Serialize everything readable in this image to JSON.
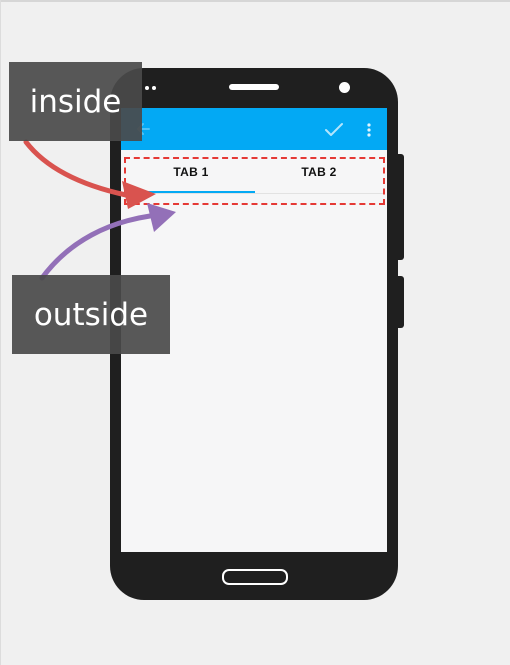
{
  "app_screen": {
    "tabs": [
      {
        "label": "TAB 1",
        "selected": true
      },
      {
        "label": "TAB 2",
        "selected": false
      }
    ],
    "toolbar": {
      "back_icon": "arrow-back-icon",
      "check_icon": "check-icon",
      "overflow_icon": "more-vert-icon"
    }
  },
  "annotations": {
    "inside_label": "inside",
    "outside_label": "outside"
  },
  "colors": {
    "appbar": "#03a9f4",
    "indicator": "#03a9f4",
    "highlight_dashed_border": "#e53935",
    "inside_arrow": "#d9534f",
    "outside_arrow": "#9370b8",
    "callout_background": "#4a4a4a",
    "phone_body": "#1f1f1f"
  }
}
